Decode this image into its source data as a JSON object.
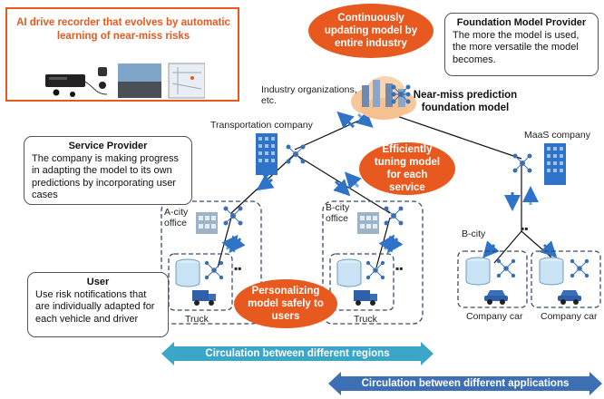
{
  "product_box": {
    "title": "AI drive recorder that evolves by automatic learning of near-miss risks"
  },
  "bubbles": {
    "top": "Continuously updating model by entire industry",
    "tuning": "Efficiently tuning model for each service",
    "personal": "Personalizing model safely to users"
  },
  "foundation_provider": {
    "title": "Foundation Model Provider",
    "body": "The more the model is used, the more versatile the model becomes."
  },
  "service_provider": {
    "title": "Service Provider",
    "body": "The company is making progress in adapting the model to its own predictions by incorporating user cases"
  },
  "user": {
    "title": "User",
    "body": "Use risk notifications that are individually adapted for each vehicle and driver"
  },
  "labels": {
    "industry": "Industry organizations, etc.",
    "foundation_model": "Near-miss prediction foundation model",
    "transport": "Transportation company",
    "maas": "MaaS company",
    "a_city": "A-city office",
    "b_city_office": "B-city office",
    "b_city": "B-city",
    "truck_1": "Truck",
    "truck_2": "Truck",
    "company_car_1": "Company car",
    "company_car_2": "Company car",
    "dots": "▪▪"
  },
  "arrows": {
    "regions": "Circulation between different regions",
    "applications": "Circulation between different applications"
  },
  "colors": {
    "orange": "#e8591f",
    "teal": "#3aa6c8",
    "navy": "#3d6fb5",
    "building": "#2f73c8"
  }
}
